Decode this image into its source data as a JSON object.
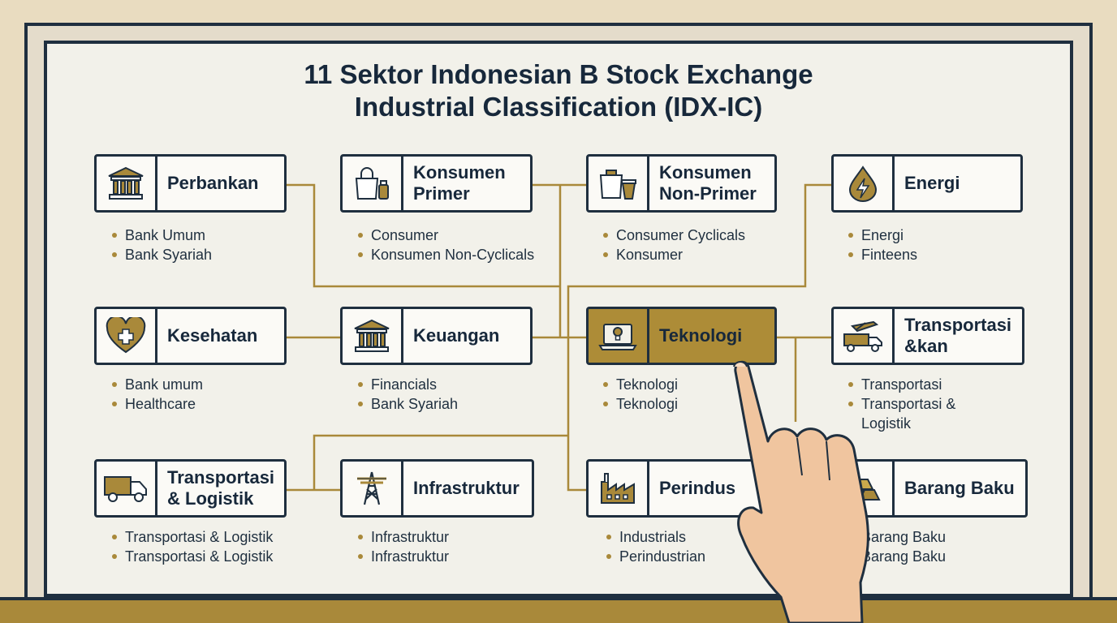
{
  "title": {
    "line1": "11 Sektor Indonesian B Stock Exchange",
    "line2": "Industrial Classification (IDX-IC)"
  },
  "colors": {
    "navy": "#1f2f3f",
    "gold": "#a9893a",
    "board": "#f2f1ea",
    "highlight": "#ad8c37"
  },
  "sectors": [
    {
      "label": "Perbankan",
      "icon": "bank-building-icon",
      "bullets": [
        "Bank Umum",
        "Bank Syariah"
      ]
    },
    {
      "label": "Konsumen Primer",
      "icon": "shopping-bag-icon",
      "bullets": [
        "Consumer",
        "Konsumen Non-Cyclicals"
      ]
    },
    {
      "label": "Konsumen Non-Primer",
      "icon": "shopping-bag-cup-icon",
      "bullets": [
        "Consumer Cyclicals",
        "Konsumer"
      ]
    },
    {
      "label": "Energi",
      "icon": "energy-drop-icon",
      "bullets": [
        "Energi",
        "Finteens"
      ]
    },
    {
      "label": "Kesehatan",
      "icon": "heart-plus-icon",
      "bullets": [
        "Bank umum",
        "Healthcare"
      ]
    },
    {
      "label": "Keuangan",
      "icon": "bank-building-icon",
      "bullets": [
        "Financials",
        "Bank Syariah"
      ]
    },
    {
      "label": "Teknologi",
      "icon": "laptop-bulb-icon",
      "highlighted": true,
      "bullets": [
        "Teknologi",
        "Teknologi"
      ]
    },
    {
      "label": "Transportasi &kan",
      "icon": "plane-truck-icon",
      "bullets": [
        "Transportasi",
        "Transportasi & Logistik"
      ]
    },
    {
      "label": "Transportasi & Logistik",
      "icon": "delivery-truck-icon",
      "bullets": [
        "Transportasi & Logistik",
        "Transportasi & Logistik"
      ]
    },
    {
      "label": "Infrastruktur",
      "icon": "power-tower-icon",
      "bullets": [
        "Infrastruktur",
        "Infrastruktur"
      ]
    },
    {
      "label": "Perindus",
      "icon": "factory-icon",
      "bullets": [
        "Industrials",
        "Perindustrian"
      ]
    },
    {
      "label": "Barang Baku",
      "icon": "gold-bars-icon",
      "bullets": [
        "Barang Baku",
        "Barang Baku"
      ]
    }
  ]
}
